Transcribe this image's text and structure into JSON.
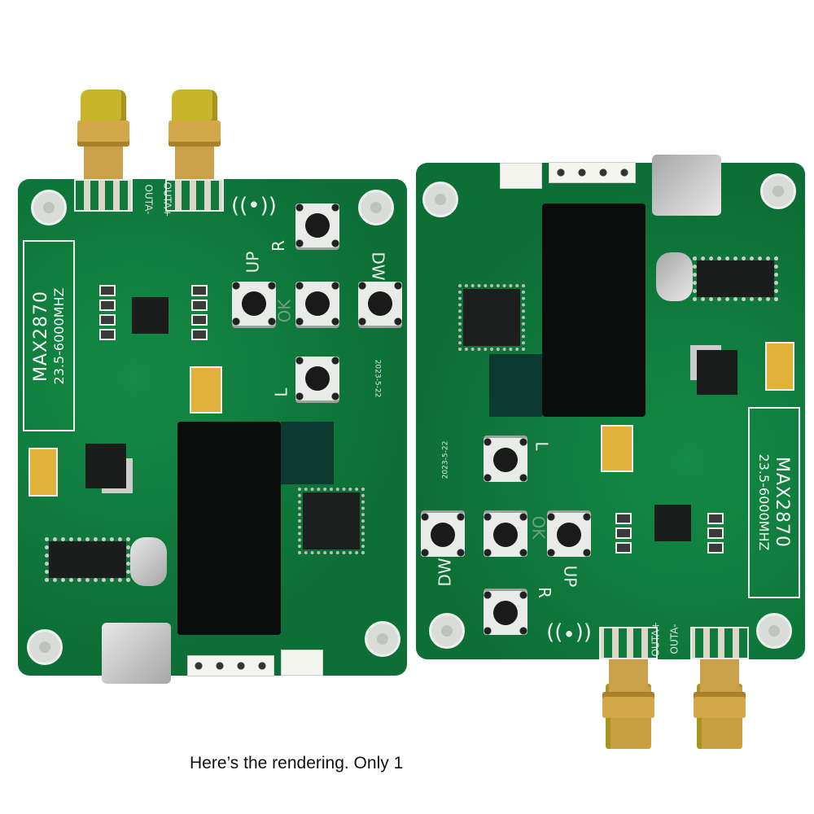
{
  "board": {
    "chip_label": "MAX2870",
    "freq_range": "23.5-6000MHZ",
    "connectors": {
      "out_minus": "OUTA-",
      "out_plus": "OUTA+"
    },
    "buttons": {
      "right": "R",
      "up": "UP",
      "ok": "OK",
      "down": "DW",
      "left": "L"
    },
    "date": "2023-5-22",
    "colors": {
      "pcb": "#0f7a3c",
      "sma_gold": "#c9b52a",
      "silkscreen": "#f2f2f2"
    }
  },
  "caption": "Here’s the rendering. Only 1"
}
